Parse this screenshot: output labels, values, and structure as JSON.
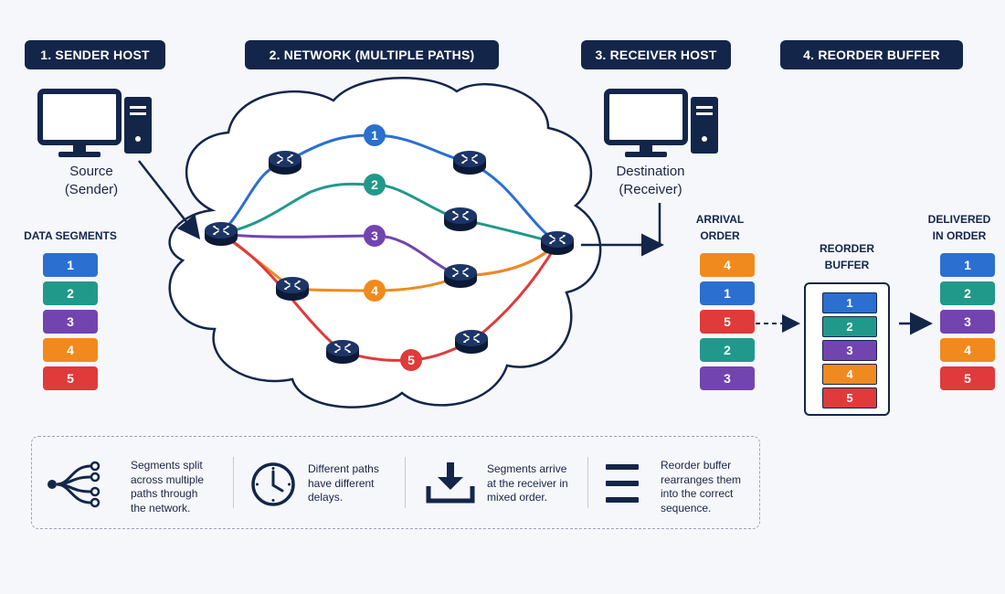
{
  "stages": [
    {
      "label": "1. SENDER HOST"
    },
    {
      "label": "2. NETWORK (MULTIPLE PATHS)"
    },
    {
      "label": "3. RECEIVER HOST"
    },
    {
      "label": "4. REORDER BUFFER"
    }
  ],
  "sender": {
    "caption_line1": "Source",
    "caption_line2": "(Sender)"
  },
  "receiver": {
    "caption_line1": "Destination",
    "caption_line2": "(Receiver)"
  },
  "data_segments": {
    "title": "DATA SEGMENTS",
    "items": [
      "1",
      "2",
      "3",
      "4",
      "5"
    ]
  },
  "arrival": {
    "title_line1": "ARRIVAL",
    "title_line2": "ORDER",
    "items": [
      "4",
      "1",
      "5",
      "2",
      "3"
    ]
  },
  "buffer": {
    "title_line1": "REORDER",
    "title_line2": "BUFFER",
    "items": [
      "1",
      "2",
      "3",
      "4",
      "5"
    ]
  },
  "delivered": {
    "title_line1": "DELIVERED",
    "title_line2": "IN ORDER",
    "items": [
      "1",
      "2",
      "3",
      "4",
      "5"
    ]
  },
  "paths": [
    "1",
    "2",
    "3",
    "4",
    "5"
  ],
  "colors": {
    "1": "#2b6fd0",
    "2": "#21998a",
    "3": "#7244b0",
    "4": "#f08a1e",
    "5": "#e03a3a",
    "navy": "#13264a"
  },
  "legend": [
    {
      "icon": "branch-split-icon",
      "line1": "Segments split",
      "line2": "across multiple",
      "line3": "paths through",
      "line4": "the network."
    },
    {
      "icon": "clock-icon",
      "line1": "Different paths",
      "line2": "have different",
      "line3": "delays.",
      "line4": ""
    },
    {
      "icon": "download-tray-icon",
      "line1": "Segments arrive",
      "line2": "at the receiver in",
      "line3": "mixed order.",
      "line4": ""
    },
    {
      "icon": "menu-lines-icon",
      "line1": "Reorder buffer",
      "line2": "rearranges them",
      "line3": "into the correct",
      "line4": "sequence."
    }
  ]
}
